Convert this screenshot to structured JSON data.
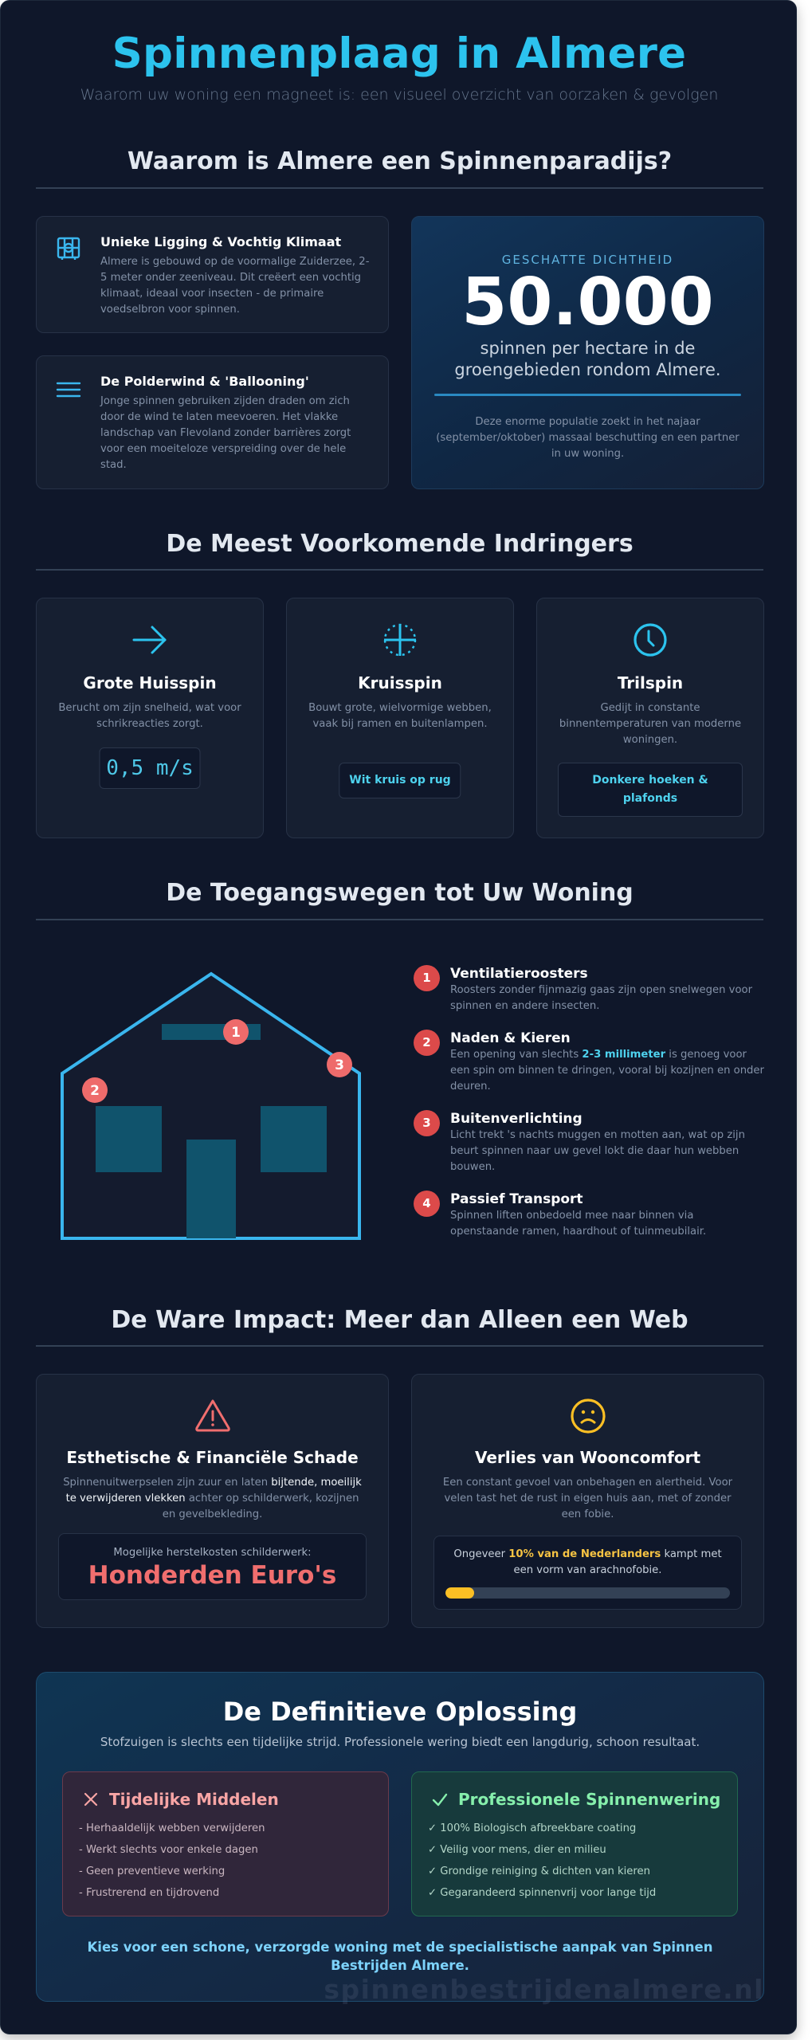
{
  "header": {
    "title": "Spinnenplaag in Almere",
    "subtitle": "Waarom uw woning een magneet is: een visueel overzicht van oorzaken & gevolgen"
  },
  "section_why": {
    "heading": "Waarom is Almere een Spinnenparadijs?",
    "features": [
      {
        "icon": "grid-building-icon",
        "title": "Unieke Ligging & Vochtig Klimaat",
        "text": "Almere is gebouwd op de voormalige Zuiderzee, 2-5 meter onder zeeniveau. Dit creëert een vochtig klimaat, ideaal voor insecten - de primaire voedselbron voor spinnen."
      },
      {
        "icon": "wind-lines-icon",
        "title": "De Polderwind & 'Ballooning'",
        "text": "Jonge spinnen gebruiken zijden draden om zich door de wind te laten meevoeren. Het vlakke landschap van Flevoland zonder barrières zorgt voor een moeiteloze verspreiding over de hele stad."
      }
    ],
    "stat": {
      "label": "GESCHATTE DICHTHEID",
      "value": "50.000",
      "description": "spinnen per hectare in de groengebieden rondom Almere.",
      "note": "Deze enorme populatie zoekt in het najaar (september/oktober) massaal beschutting en een partner in uw woning."
    }
  },
  "section_species": {
    "heading": "De Meest Voorkomende Indringers",
    "species": [
      {
        "icon": "arrow-right-icon",
        "name": "Grote Huisspin",
        "text": "Berucht om zijn snelheid, wat voor schrikreacties zorgt.",
        "tag": "0,5 m/s"
      },
      {
        "icon": "crosshair-icon",
        "name": "Kruisspin",
        "text": "Bouwt grote, wielvormige webben, vaak bij ramen en buitenlampen.",
        "tag": "Wit kruis op rug"
      },
      {
        "icon": "clock-icon",
        "name": "Trilspin",
        "text": "Gedijt in constante binnentemperaturen van moderne woningen.",
        "tag": "Donkere hoeken & plafonds"
      }
    ]
  },
  "section_entry": {
    "heading": "De Toegangswegen tot Uw Woning",
    "house_markers": [
      "1",
      "2",
      "3"
    ],
    "steps": [
      {
        "num": "1",
        "title": "Ventilatieroosters",
        "text": "Roosters zonder fijnmazig gaas zijn open snelwegen voor spinnen en andere insecten."
      },
      {
        "num": "2",
        "title": "Naden & Kieren",
        "text_before": "Een opening van slechts ",
        "highlight": "2-3 millimeter",
        "text_after": " is genoeg voor een spin om binnen te dringen, vooral bij kozijnen en onder deuren."
      },
      {
        "num": "3",
        "title": "Buitenverlichting",
        "text": "Licht trekt 's nachts muggen en motten aan, wat op zijn beurt spinnen naar uw gevel lokt die daar hun webben bouwen."
      },
      {
        "num": "4",
        "title": "Passief Transport",
        "text": "Spinnen liften onbedoeld mee naar binnen via openstaande ramen, haardhout of tuinmeubilair."
      }
    ]
  },
  "section_impact": {
    "heading": "De Ware Impact: Meer dan Alleen een Web",
    "damage": {
      "icon": "warning-triangle-icon",
      "title": "Esthetische & Financiële Schade",
      "text_before": "Spinnenuitwerpselen zijn zuur en laten ",
      "highlight": "bijtende, moeilijk te verwijderen vlekken",
      "text_after": " achter op schilderwerk, kozijnen en gevelbekleding.",
      "cost_label": "Mogelijke herstelkosten schilderwerk:",
      "cost_value": "Honderden Euro's",
      "accent": "#f06e6e"
    },
    "comfort": {
      "icon": "sad-face-icon",
      "title": "Verlies van Wooncomfort",
      "text": "Een constant gevoel van onbehagen en alertheid. Voor velen tast het de rust in eigen huis aan, met of zonder een fobie.",
      "stat_before": "Ongeveer ",
      "stat_highlight": "10% van de Nederlanders",
      "stat_after": " kampt met een vorm van arachnofobie.",
      "progress_percent": 10,
      "accent": "#fbbf24"
    }
  },
  "section_solution": {
    "heading": "De Definitieve Oplossing",
    "subtitle": "Stofzuigen is slechts een tijdelijke strijd. Professionele wering biedt een langdurig, schoon resultaat.",
    "temporary": {
      "title": "Tijdelijke Middelen",
      "items": [
        "- Herhaaldelijk webben verwijderen",
        "- Werkt slechts voor enkele dagen",
        "- Geen preventieve werking",
        "- Frustrerend en tijdrovend"
      ]
    },
    "professional": {
      "title": "Professionele Spinnenwering",
      "items": [
        "✓ 100% Biologisch afbreekbare coating",
        "✓ Veilig voor mens, dier en milieu",
        "✓ Grondige reiniging & dichten van kieren",
        "✓ Gegarandeerd spinnenvrij voor lange tijd"
      ]
    },
    "cta": "Kies voor een schone, verzorgde woning met de specialistische aanpak van Spinnen Bestrijden Almere."
  },
  "watermark": "spinnenbestrijdenalmere.nl",
  "colors": {
    "background": "#0f172a",
    "accent_cyan": "#2cc3ee",
    "marker_red": "#dc4a4a",
    "danger": "#f06e6e",
    "warning": "#fbbf24",
    "success": "#86efac"
  }
}
